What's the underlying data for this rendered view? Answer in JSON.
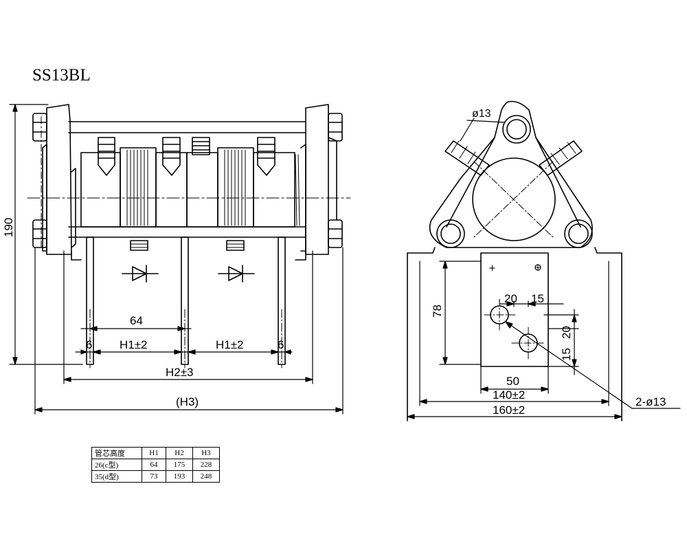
{
  "title": "SS13BL",
  "front_view": {
    "dim_height": "190",
    "dim_pitch": "64",
    "dim_h1_left": "H1±2",
    "dim_h1_right": "H1±2",
    "dim_6_left": "6",
    "dim_6_right": "6",
    "dim_h2": "H2±3",
    "dim_h3": "(H3)"
  },
  "side_view": {
    "dim_hole_diameter": "ø13",
    "dim_78": "78",
    "dim_20_top": "20",
    "dim_15_top": "15",
    "dim_20_right": "20",
    "dim_15_right": "15",
    "dim_50": "50",
    "dim_140": "140±2",
    "dim_160": "160±2",
    "dim_holes": "2-ø13"
  },
  "spec_table": {
    "headers": [
      "管芯高度",
      "H1",
      "H2",
      "H3"
    ],
    "rows": [
      [
        "26(c型)",
        "64",
        "175",
        "228"
      ],
      [
        "35(d型)",
        "73",
        "193",
        "248"
      ]
    ]
  }
}
